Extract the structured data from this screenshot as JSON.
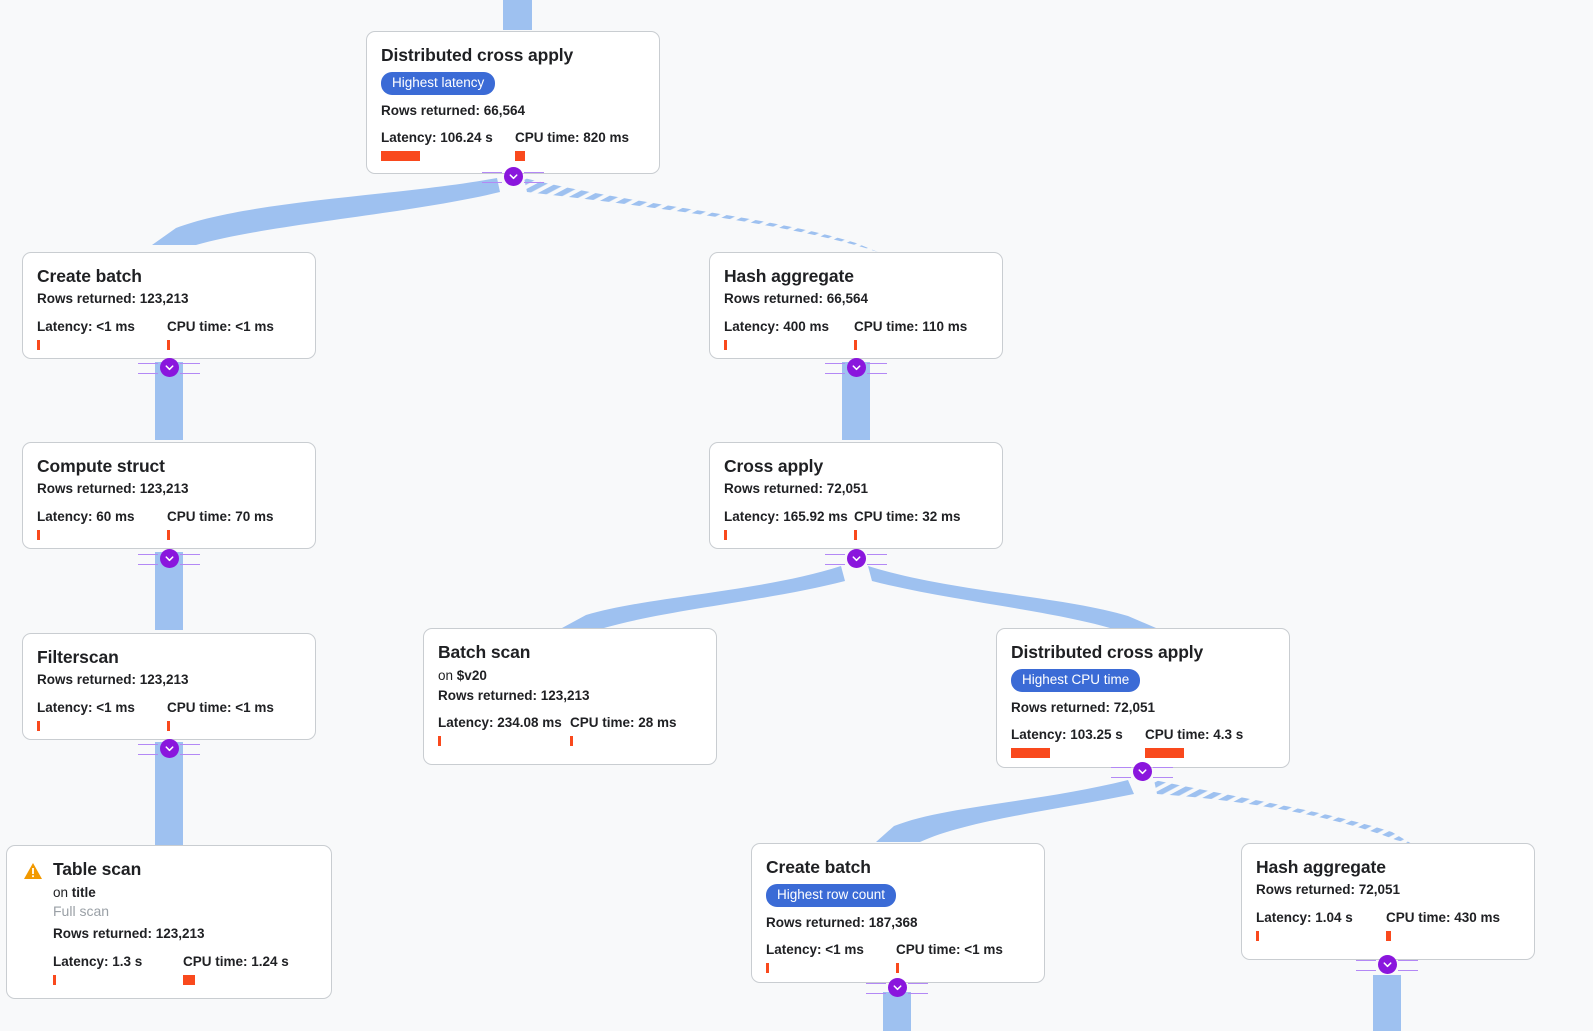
{
  "colors": {
    "background": "#f8f9fa",
    "node_border": "#c9cdd1",
    "badge": "#3b6bd6",
    "bar": "#f9491d",
    "edge": "#9ec1f0",
    "toggle_knob": "#8a16dd",
    "toggle_rail": "#b388f5",
    "warn": "#f29900",
    "muted_text": "#9aa0a6"
  },
  "labels": {
    "rows_prefix": "Rows returned:",
    "latency_prefix": "Latency:",
    "cpu_prefix": "CPU time:",
    "on_prefix": "on"
  },
  "icons": {
    "expand": "chevron-down-icon",
    "warning": "warning-triangle-icon"
  },
  "nodes": [
    {
      "id": "distributed-cross-apply-root",
      "title": "Distributed cross apply",
      "badge": "Highest latency",
      "rows": "Rows returned: 66,564",
      "latency": "Latency: 106.24 s",
      "cpu": "CPU time: 820 ms",
      "latency_bar": 39,
      "cpu_bar": 10
    },
    {
      "id": "create-batch-left",
      "title": "Create batch",
      "rows": "Rows returned: 123,213",
      "latency": "Latency: <1 ms",
      "cpu": "CPU time: <1 ms",
      "latency_bar": 3,
      "cpu_bar": 3
    },
    {
      "id": "hash-aggregate-upper",
      "title": "Hash aggregate",
      "rows": "Rows returned: 66,564",
      "latency": "Latency: 400 ms",
      "cpu": "CPU time: 110 ms",
      "latency_bar": 3,
      "cpu_bar": 3
    },
    {
      "id": "compute-struct",
      "title": "Compute struct",
      "rows": "Rows returned: 123,213",
      "latency": "Latency: 60 ms",
      "cpu": "CPU time: 70 ms",
      "latency_bar": 3,
      "cpu_bar": 3
    },
    {
      "id": "cross-apply",
      "title": "Cross apply",
      "rows": "Rows returned: 72,051",
      "latency": "Latency: 165.92 ms",
      "cpu": "CPU time: 32 ms",
      "latency_bar": 3,
      "cpu_bar": 3
    },
    {
      "id": "filterscan",
      "title": "Filterscan",
      "rows": "Rows returned: 123,213",
      "latency": "Latency: <1 ms",
      "cpu": "CPU time: <1 ms",
      "latency_bar": 3,
      "cpu_bar": 3
    },
    {
      "id": "batch-scan",
      "title": "Batch scan",
      "on_target": "$v20",
      "rows": "Rows returned: 123,213",
      "latency": "Latency: 234.08 ms",
      "cpu": "CPU time: 28 ms",
      "latency_bar": 3,
      "cpu_bar": 3
    },
    {
      "id": "distributed-cross-apply-lower",
      "title": "Distributed cross apply",
      "badge": "Highest CPU time",
      "rows": "Rows returned: 72,051",
      "latency": "Latency: 103.25 s",
      "cpu": "CPU time: 4.3 s",
      "latency_bar": 39,
      "cpu_bar": 39
    },
    {
      "id": "table-scan",
      "title": "Table scan",
      "warning": true,
      "on_target": "title",
      "scan_type": "Full scan",
      "rows": "Rows returned: 123,213",
      "latency": "Latency: 1.3 s",
      "cpu": "CPU time: 1.24 s",
      "latency_bar": 3,
      "cpu_bar": 12
    },
    {
      "id": "create-batch-lower",
      "title": "Create batch",
      "badge": "Highest row count",
      "rows": "Rows returned: 187,368",
      "latency": "Latency: <1 ms",
      "cpu": "CPU time: <1 ms",
      "latency_bar": 3,
      "cpu_bar": 3
    },
    {
      "id": "hash-aggregate-lower",
      "title": "Hash aggregate",
      "rows": "Rows returned: 72,051",
      "latency": "Latency: 1.04 s",
      "cpu": "CPU time: 430 ms",
      "latency_bar": 3,
      "cpu_bar": 5
    }
  ]
}
